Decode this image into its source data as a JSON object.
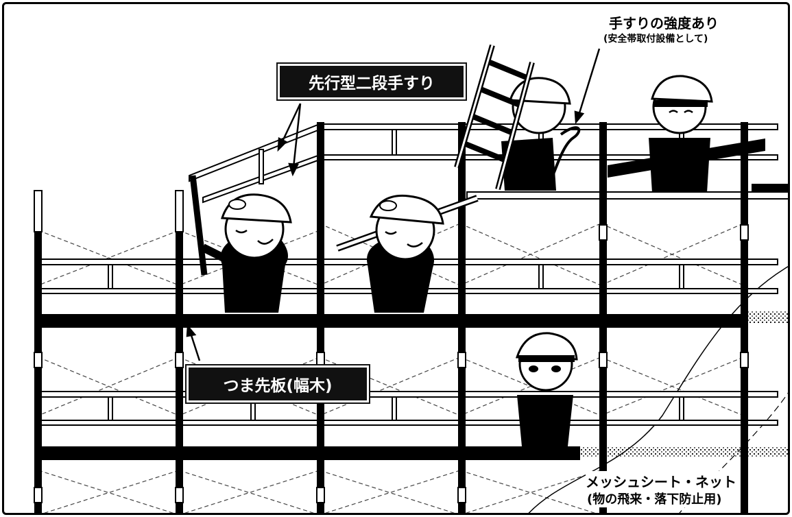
{
  "labels": {
    "guardrail_label": "先行型二段手すり",
    "toeboard_label": "つま先板(幅木)",
    "handrail_strength_title": "手すりの強度あり",
    "handrail_strength_note": "(安全帯取付設備として)",
    "mesh_title": "メッシュシート・ネット",
    "mesh_note": "(物の飛来・落下防止用)"
  },
  "colors": {
    "ink": "#000000",
    "paper": "#ffffff"
  },
  "icons": [
    "helmet-icon",
    "worker-icon",
    "ladder-icon",
    "arrow-icon"
  ]
}
